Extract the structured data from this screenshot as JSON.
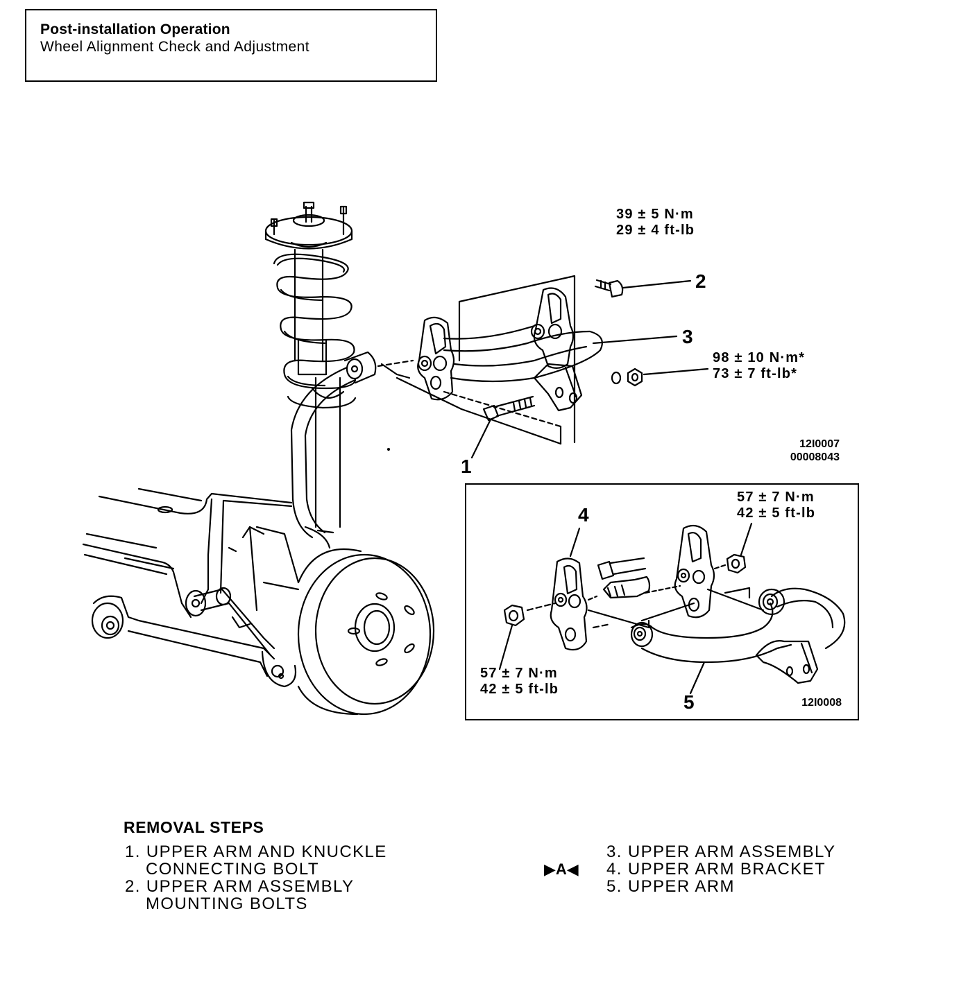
{
  "header": {
    "title": "Post-installation Operation",
    "subtitle": "Wheel Alignment Check and Adjustment"
  },
  "torque_specs": {
    "bolt2_nm": "39 ± 5 N·m",
    "bolt2_ftlb": "29 ± 4 ft-lb",
    "nut1_nm": "98 ± 10 N·m*",
    "nut1_ftlb": "73 ± 7 ft-lb*",
    "inset_top_nm": "57 ± 7 N·m",
    "inset_top_ftlb": "42 ± 5 ft-lb",
    "inset_left_nm": "57 ± 7 N·m",
    "inset_left_ftlb": "42 ± 5 ft-lb"
  },
  "callouts": {
    "c1": "1",
    "c2": "2",
    "c3": "3",
    "c4": "4",
    "c5": "5"
  },
  "figure_codes": {
    "main_code1": "12I0007",
    "main_code2": "00008043",
    "inset_code": "12I0008"
  },
  "removal_steps": {
    "title": "REMOVAL STEPS",
    "items": [
      "1. UPPER ARM AND KNUCKLE",
      "CONNECTING BOLT",
      "2. UPPER ARM ASSEMBLY",
      "MOUNTING BOLTS",
      "3. UPPER ARM ASSEMBLY",
      "4. UPPER ARM BRACKET",
      "5. UPPER ARM"
    ],
    "service_mark": "▶A◀"
  }
}
